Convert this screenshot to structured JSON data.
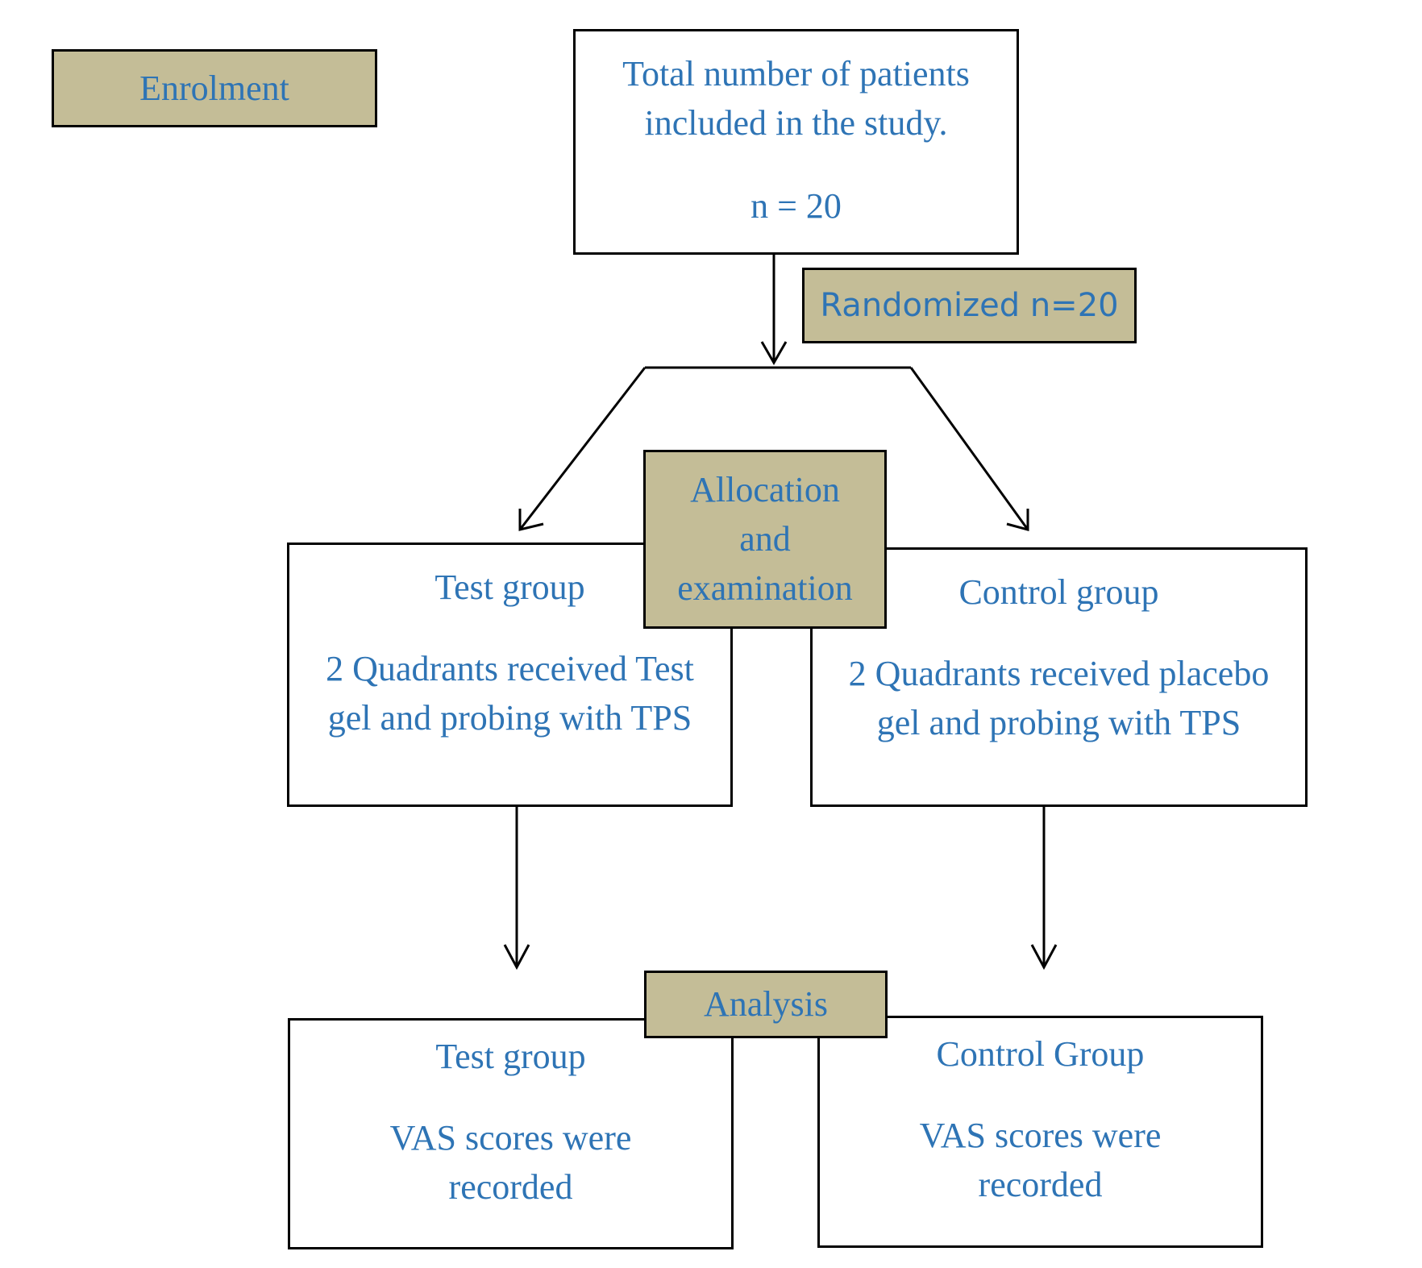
{
  "colors": {
    "text": "#2e74b5",
    "label_fill": "#c4bd97",
    "border": "#000000",
    "background": "#ffffff"
  },
  "labels": {
    "enrolment": "Enrolment",
    "randomized": "Randomized n=20",
    "allocation": [
      "Allocation",
      "and",
      "examination"
    ],
    "analysis": "Analysis"
  },
  "total": {
    "lines": [
      "Total number of patients",
      "included in the study."
    ],
    "n": "n = 20"
  },
  "allocation_groups": {
    "test": {
      "title": "Test group",
      "lines": [
        "2 Quadrants received Test",
        "gel and probing with TPS"
      ]
    },
    "control": {
      "title": "Control group",
      "lines": [
        "2 Quadrants received placebo",
        "gel and probing with TPS"
      ]
    }
  },
  "analysis_groups": {
    "test": {
      "title": "Test group",
      "lines": [
        "VAS scores were",
        "recorded"
      ]
    },
    "control": {
      "title": "Control Group",
      "lines": [
        "VAS scores were",
        "recorded"
      ]
    }
  }
}
